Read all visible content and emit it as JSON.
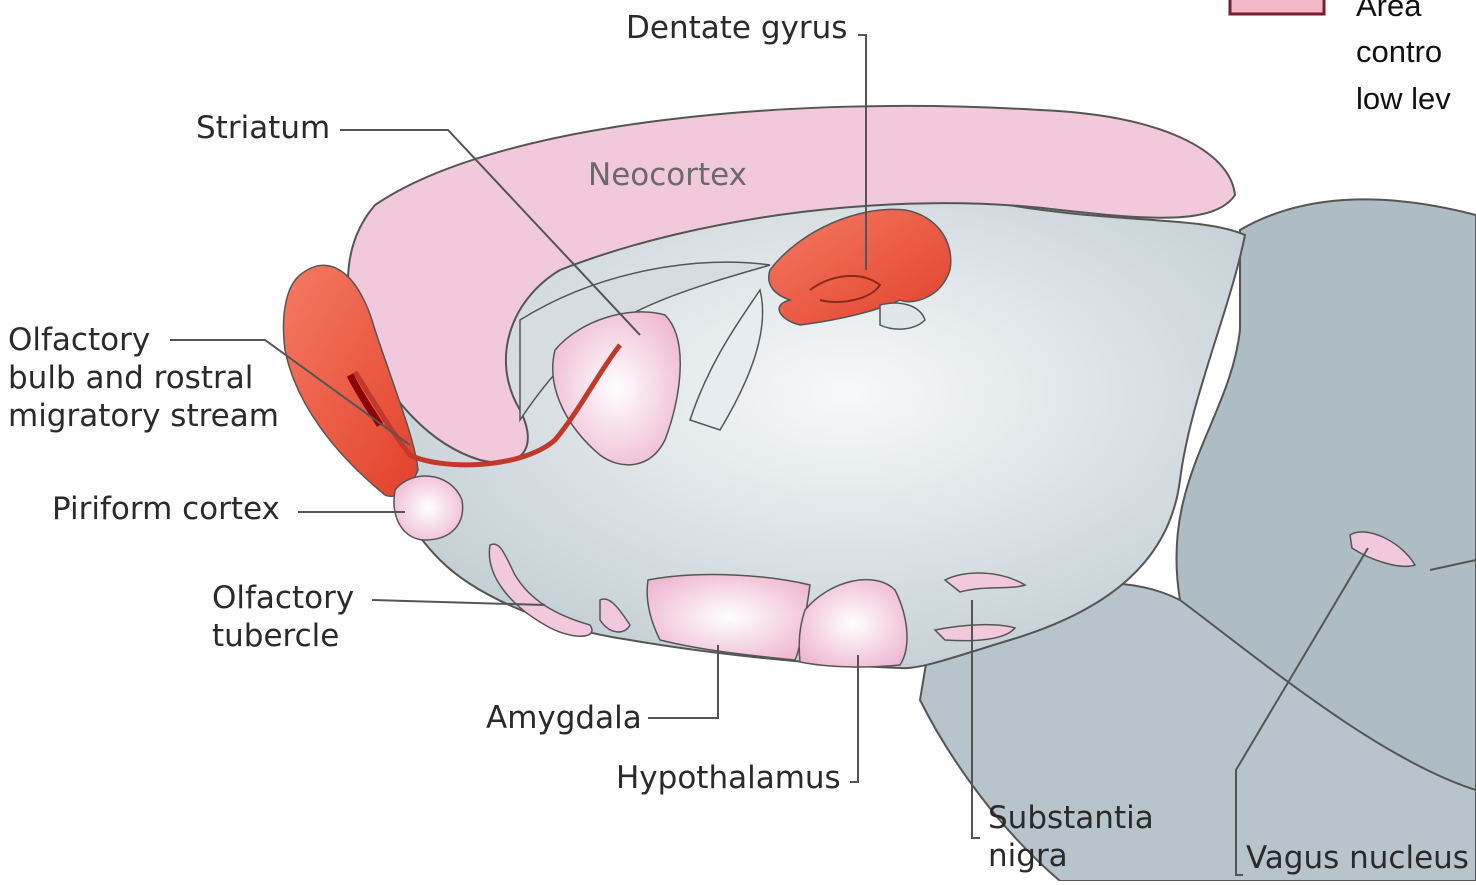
{
  "legend": {
    "lines": [
      "Area",
      "contro",
      "low lev"
    ],
    "swatch_color": "#f2b8c6"
  },
  "labels": {
    "dentate_gyrus": "Dentate gyrus",
    "striatum": "Striatum",
    "neocortex": "Neocortex",
    "olfactory_bulb": "Olfactory\nbulb and rostral\nmigratory stream",
    "piriform_cortex": "Piriform cortex",
    "olfactory_tubercle": "Olfactory\ntubercle",
    "amygdala": "Amygdala",
    "hypothalamus": "Hypothalamus",
    "substantia_nigra": "Substantia\nnigra",
    "vagus_nucleus": "Vagus nucleus"
  },
  "colors": {
    "brain_gray": "#c9d3d9",
    "pink_region": "#f0c0d6",
    "red_region": "#ee5a45",
    "outline": "#555555"
  }
}
